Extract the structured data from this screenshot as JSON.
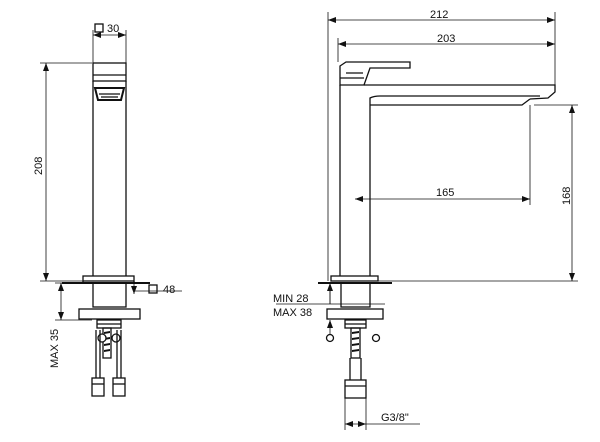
{
  "front_view": {
    "top_width": "30",
    "height": "208",
    "base_width": "48",
    "max_depth": "MAX 35"
  },
  "side_view": {
    "overall_length": "212",
    "spout_length": "203",
    "reach": "165",
    "spout_height": "168",
    "min_thickness": "MIN 28",
    "max_thickness": "MAX 38",
    "thread": "G3/8\""
  },
  "icons": {
    "square_symbol": "square-symbol-icon"
  }
}
